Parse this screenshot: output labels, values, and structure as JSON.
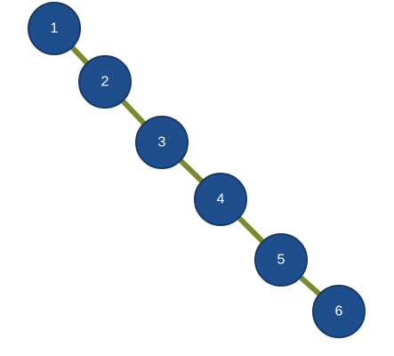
{
  "diagram": {
    "type": "linked-list-tree",
    "colors": {
      "node_fill": "#1f4e8c",
      "node_stroke": "#16396a",
      "edge": "#7a8a2e",
      "label": "#ffffff",
      "background": "#ffffff"
    },
    "nodes": [
      {
        "id": "1",
        "label": "1"
      },
      {
        "id": "2",
        "label": "2"
      },
      {
        "id": "3",
        "label": "3"
      },
      {
        "id": "4",
        "label": "4"
      },
      {
        "id": "5",
        "label": "5"
      },
      {
        "id": "6",
        "label": "6"
      }
    ],
    "edges": [
      {
        "from": "1",
        "to": "2"
      },
      {
        "from": "2",
        "to": "3"
      },
      {
        "from": "3",
        "to": "4"
      },
      {
        "from": "4",
        "to": "5"
      },
      {
        "from": "5",
        "to": "6"
      }
    ]
  }
}
